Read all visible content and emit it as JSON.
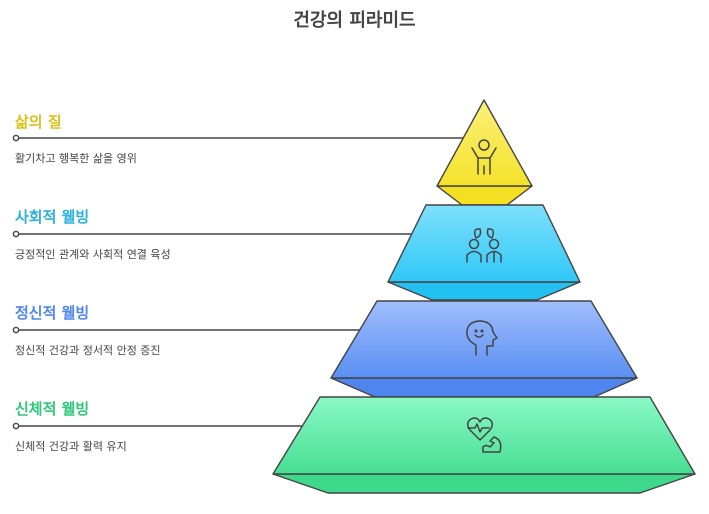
{
  "title": "건강의 피라미드",
  "levels": [
    {
      "title": "삶의 질",
      "description": "활기차고 행복한 삶을 영위",
      "icon": "person-arms-up-icon",
      "color": "#d9c21c"
    },
    {
      "title": "사회적 웰빙",
      "description": "긍정적인 관계와 사회적 연결 육성",
      "icon": "people-connection-icon",
      "color": "#2bb3dc"
    },
    {
      "title": "정신적 웰빙",
      "description": "정신적 건강과 정서적 안정 증진",
      "icon": "smiling-head-icon",
      "color": "#4f87ee"
    },
    {
      "title": "신체적 웰빙",
      "description": "신체적 건강과 활력 유지",
      "icon": "heart-muscle-icon",
      "color": "#2fc77a"
    }
  ]
}
